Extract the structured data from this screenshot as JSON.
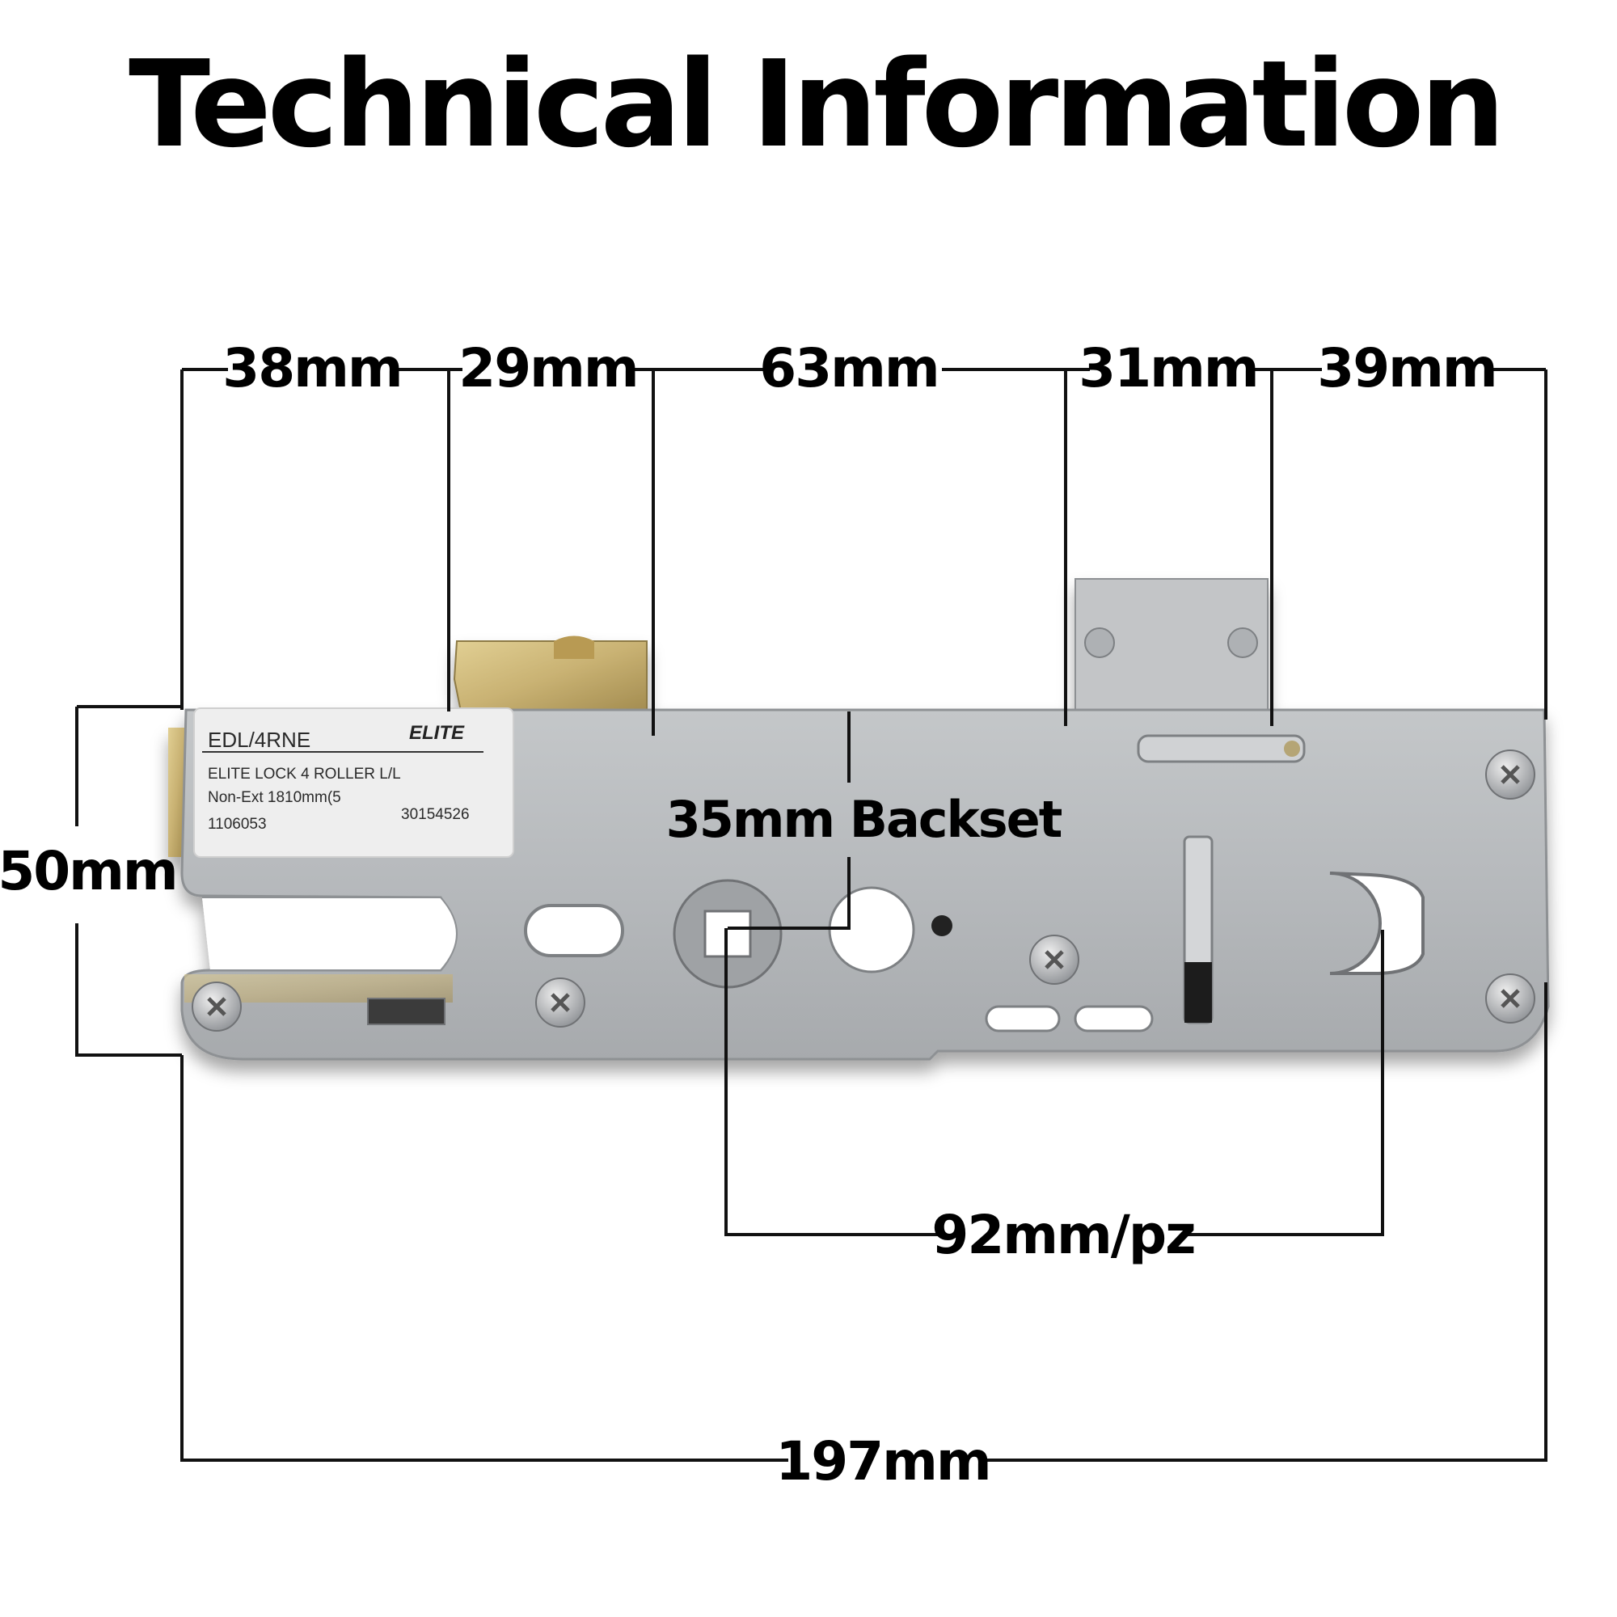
{
  "title": "Technical Information",
  "dimensions": {
    "top_segments": [
      "38mm",
      "29mm",
      "63mm",
      "31mm",
      "39mm"
    ],
    "height": "50mm",
    "backset": "35mm Backset",
    "centres": "92mm/pz",
    "overall_length": "197mm"
  },
  "product_label": {
    "code": "EDL/4RNE",
    "brand": "ELITE",
    "line1": "ELITE LOCK 4 ROLLER L/L",
    "line2": "Non-Ext 1810mm(5",
    "ref_left": "1106053",
    "ref_right": "30154526"
  },
  "colors": {
    "plate": "#b9bcbe",
    "plate_dark": "#8e9194",
    "brass": "#c9b273",
    "line": "#111111",
    "text": "#000000"
  }
}
